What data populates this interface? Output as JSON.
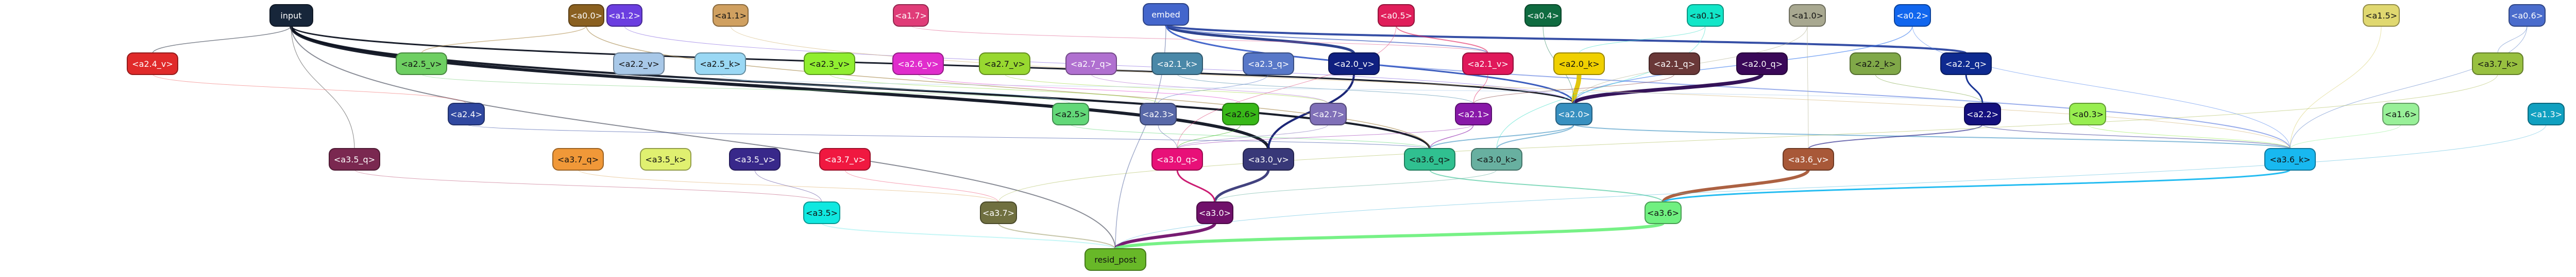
{
  "nodes": [
    {
      "id": "input",
      "label": "input",
      "color": "#17263a",
      "text": "light"
    },
    {
      "id": "a0_0",
      "label": "<a0.0>",
      "color": "#8a6020",
      "text": "light"
    },
    {
      "id": "a1_2",
      "label": "<a1.2>",
      "color": "#6b3ee0",
      "text": "light"
    },
    {
      "id": "a1_1",
      "label": "<a1.1>",
      "color": "#d0a060",
      "text": "dark"
    },
    {
      "id": "a1_7",
      "label": "<a1.7>",
      "color": "#e03c78",
      "text": "light"
    },
    {
      "id": "embed",
      "label": "embed",
      "color": "#4466cc",
      "text": "light"
    },
    {
      "id": "a0_5",
      "label": "<a0.5>",
      "color": "#e01e5a",
      "text": "light"
    },
    {
      "id": "a0_4",
      "label": "<a0.4>",
      "color": "#0f6b40",
      "text": "light"
    },
    {
      "id": "a0_1",
      "label": "<a0.1>",
      "color": "#12e6c8",
      "text": "dark"
    },
    {
      "id": "a1_0",
      "label": "<a1.0>",
      "color": "#a8a890",
      "text": "dark"
    },
    {
      "id": "a0_2",
      "label": "<a0.2>",
      "color": "#1166ee",
      "text": "light"
    },
    {
      "id": "a1_5",
      "label": "<a1.5>",
      "color": "#e0d870",
      "text": "dark"
    },
    {
      "id": "a0_6",
      "label": "<a0.6>",
      "color": "#4a6ccc",
      "text": "light"
    },
    {
      "id": "a2_4_v",
      "label": "<a2.4_v>",
      "color": "#e02a2a",
      "text": "light"
    },
    {
      "id": "a2_5_v",
      "label": "<a2.5_v>",
      "color": "#6ecf62",
      "text": "dark"
    },
    {
      "id": "a2_2_v",
      "label": "<a2.2_v>",
      "color": "#a8c8e8",
      "text": "dark"
    },
    {
      "id": "a2_5_k",
      "label": "<a2.5_k>",
      "color": "#9ad8f4",
      "text": "dark"
    },
    {
      "id": "a2_3_v",
      "label": "<a2.3_v>",
      "color": "#90ee30",
      "text": "dark"
    },
    {
      "id": "a2_6_v",
      "label": "<a2.6_v>",
      "color": "#e02ccc",
      "text": "light"
    },
    {
      "id": "a2_7_v",
      "label": "<a2.7_v>",
      "color": "#98d830",
      "text": "dark"
    },
    {
      "id": "a2_7_q",
      "label": "<a2.7_q>",
      "color": "#b070d0",
      "text": "light"
    },
    {
      "id": "a2_1_k",
      "label": "<a2.1_k>",
      "color": "#4a88a8",
      "text": "light"
    },
    {
      "id": "a2_3_q",
      "label": "<a2.3_q>",
      "color": "#5878c8",
      "text": "light"
    },
    {
      "id": "a2_0_v",
      "label": "<a2.0_v>",
      "color": "#102080",
      "text": "light"
    },
    {
      "id": "a2_1_v",
      "label": "<a2.1_v>",
      "color": "#e0185a",
      "text": "light"
    },
    {
      "id": "a2_0_k",
      "label": "<a2.0_k>",
      "color": "#f0d000",
      "text": "dark"
    },
    {
      "id": "a2_1_q",
      "label": "<a2.1_q>",
      "color": "#6a3838",
      "text": "light"
    },
    {
      "id": "a2_0_q",
      "label": "<a2.0_q>",
      "color": "#3a0858",
      "text": "light"
    },
    {
      "id": "a2_2_k",
      "label": "<a2.2_k>",
      "color": "#80a848",
      "text": "dark"
    },
    {
      "id": "a2_2_q",
      "label": "<a2.2_q>",
      "color": "#0e2a90",
      "text": "light"
    },
    {
      "id": "a3_7_k",
      "label": "<a3.7_k>",
      "color": "#98c040",
      "text": "dark"
    },
    {
      "id": "a2_4",
      "label": "<a2.4>",
      "color": "#3048a0",
      "text": "light"
    },
    {
      "id": "a2_5",
      "label": "<a2.5>",
      "color": "#62d878",
      "text": "dark"
    },
    {
      "id": "a2_3",
      "label": "<a2.3>",
      "color": "#5868a8",
      "text": "light"
    },
    {
      "id": "a2_6",
      "label": "<a2.6>",
      "color": "#38b818",
      "text": "dark"
    },
    {
      "id": "a2_7",
      "label": "<a2.7>",
      "color": "#8070b8",
      "text": "light"
    },
    {
      "id": "a2_1",
      "label": "<a2.1>",
      "color": "#8818a8",
      "text": "light"
    },
    {
      "id": "a2_0",
      "label": "<a2.0>",
      "color": "#3890c0",
      "text": "light"
    },
    {
      "id": "a2_2",
      "label": "<a2.2>",
      "color": "#14107e",
      "text": "light"
    },
    {
      "id": "a0_3",
      "label": "<a0.3>",
      "color": "#98ee50",
      "text": "dark"
    },
    {
      "id": "a1_6",
      "label": "<a1.6>",
      "color": "#98f098",
      "text": "dark"
    },
    {
      "id": "a1_3",
      "label": "<a1.3>",
      "color": "#10a0c0",
      "text": "light"
    },
    {
      "id": "a3_5_q",
      "label": "<a3.5_q>",
      "color": "#7a2850",
      "text": "light"
    },
    {
      "id": "a3_7_q",
      "label": "<a3.7_q>",
      "color": "#f09838",
      "text": "dark"
    },
    {
      "id": "a3_5_k",
      "label": "<a3.5_k>",
      "color": "#e0f070",
      "text": "dark"
    },
    {
      "id": "a3_5_v",
      "label": "<a3.5_v>",
      "color": "#38288a",
      "text": "light"
    },
    {
      "id": "a3_7_v",
      "label": "<a3.7_v>",
      "color": "#f01840",
      "text": "light"
    },
    {
      "id": "a3_0_q",
      "label": "<a3.0_q>",
      "color": "#e81078",
      "text": "light"
    },
    {
      "id": "a3_0_v",
      "label": "<a3.0_v>",
      "color": "#383878",
      "text": "light"
    },
    {
      "id": "a3_6_q",
      "label": "<a3.6_q>",
      "color": "#30c090",
      "text": "dark"
    },
    {
      "id": "a3_0_k",
      "label": "<a3.0_k>",
      "color": "#68b0a0",
      "text": "dark"
    },
    {
      "id": "a3_6_v",
      "label": "<a3.6_v>",
      "color": "#a85838",
      "text": "light"
    },
    {
      "id": "a3_6_k",
      "label": "<a3.6_k>",
      "color": "#18b8f0",
      "text": "dark"
    },
    {
      "id": "a3_5",
      "label": "<a3.5>",
      "color": "#10e8e0",
      "text": "dark"
    },
    {
      "id": "a3_7",
      "label": "<a3.7>",
      "color": "#707040",
      "text": "light"
    },
    {
      "id": "a3_0",
      "label": "<a3.0>",
      "color": "#70106a",
      "text": "light"
    },
    {
      "id": "a3_6",
      "label": "<a3.6>",
      "color": "#70f080",
      "text": "dark"
    },
    {
      "id": "resid_post",
      "label": "resid_post",
      "color": "#68b828",
      "text": "dark"
    }
  ]
}
